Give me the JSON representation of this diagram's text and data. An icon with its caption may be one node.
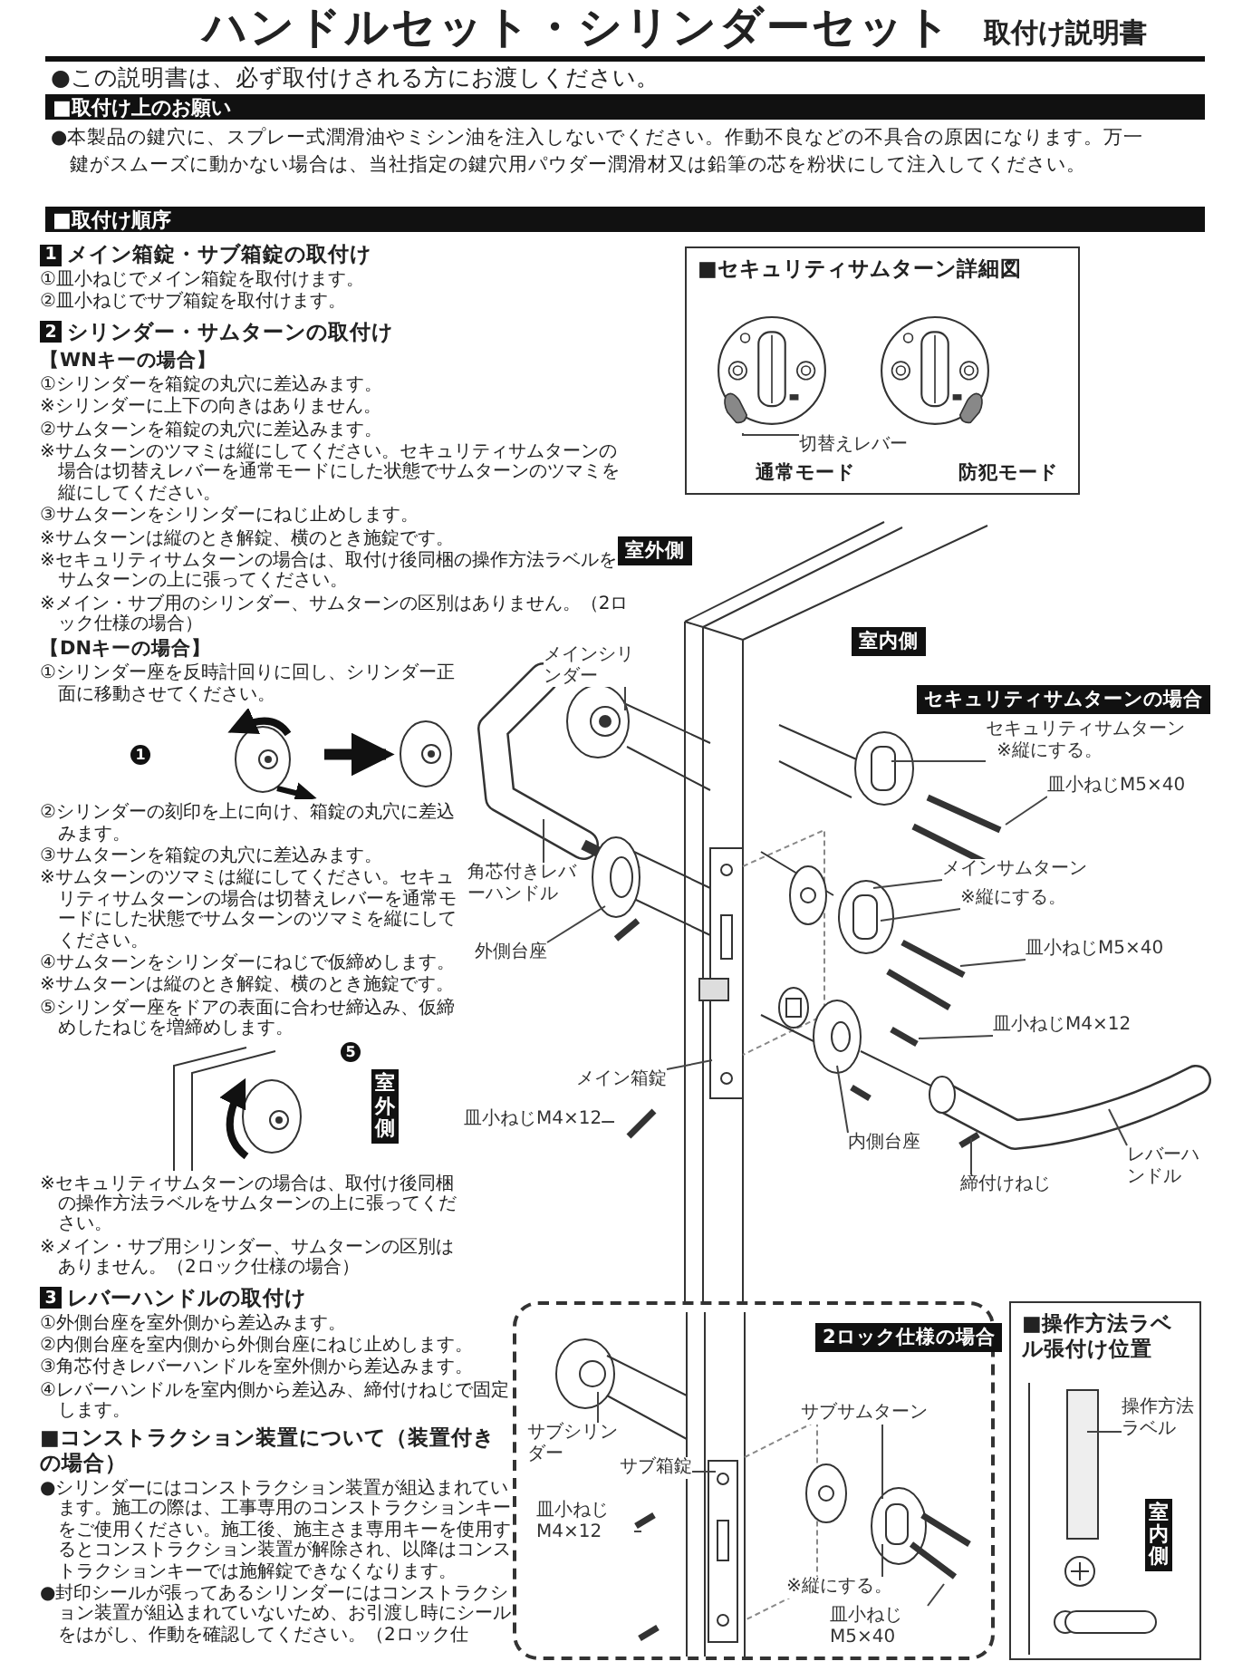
{
  "diagram": {
    "title": "ハンドルセット・シリンダーセット",
    "nodes": [
      {
        "text": [
          "■取付け上のお願い"
        ]
      },
      {
        "text": [
          "■取付け順序"
        ]
      },
      {
        "text": [
          "■セキュリティサムターン詳細図"
        ]
      },
      {
        "text": [
          "切替えレバー"
        ],
        "in": 2
      },
      {
        "text": [
          "室外側"
        ]
      },
      {
        "text": [
          "室内側"
        ]
      },
      {
        "text": [
          "セキュリティサムターンの場合"
        ]
      },
      {
        "text": [
          "メインシリンダー"
        ]
      },
      {
        "text": [
          "角芯付きレバーハンドル"
        ]
      },
      {
        "text": [
          "外側台座"
        ]
      },
      {
        "text": [
          "メイン箱錠"
        ]
      },
      {
        "text": [
          "皿小ねじM4×12"
        ]
      },
      {
        "text": [
          "セキュリティサムターン",
          "※縦にする。"
        ]
      },
      {
        "text": [
          "皿小ねじM5×40"
        ]
      },
      {
        "text": [
          "メインサムターン"
        ]
      },
      {
        "text": [
          "※縦にする。"
        ]
      },
      {
        "text": [
          "皿小ねじM5×40"
        ]
      },
      {
        "text": [
          "皿小ねじM4×12"
        ]
      },
      {
        "text": [
          "内側台座"
        ]
      },
      {
        "text": [
          "締付けねじ"
        ]
      },
      {
        "text": [
          "レバーハンドル"
        ]
      },
      {
        "text": [],
        "shape": "box"
      },
      {
        "text": [
          "2ロック仕様の場合"
        ],
        "in": 21
      },
      {
        "text": [
          "サブシリンダー"
        ],
        "in": 21
      },
      {
        "text": [
          "サブ箱錠"
        ],
        "in": 21
      },
      {
        "text": [
          "皿小ねじM4×12"
        ],
        "in": 21
      },
      {
        "text": [
          "サブサムターン"
        ],
        "in": 21
      },
      {
        "text": [
          "※縦にする。"
        ],
        "in": 21
      },
      {
        "text": [
          "皿小ねじM5×40"
        ],
        "in": 21
      },
      {
        "text": [
          "■操作方法ラベル張付け位置"
        ]
      },
      {
        "text": [
          "操作方法ラベル"
        ],
        "in": 29
      },
      {
        "text": [
          "室内側"
        ],
        "in": 29
      },
      {
        "text": [],
        "shape": "picture"
      },
      {
        "text": [],
        "shape": "picture"
      },
      {
        "text": [
          "室外側"
        ]
      }
    ],
    "edges": [
      {
        "from": 3,
        "to": null,
        "arrow": "none"
      },
      {
        "from": 7,
        "to": null,
        "arrow": "none"
      },
      {
        "from": 8,
        "to": null,
        "arrow": "none"
      },
      {
        "from": 9,
        "to": null,
        "arrow": "none"
      },
      {
        "from": 10,
        "to": null,
        "arrow": "none"
      },
      {
        "from": 11,
        "to": null,
        "arrow": "none"
      },
      {
        "from": 12,
        "to": null,
        "arrow": "none"
      },
      {
        "from": 13,
        "to": null,
        "arrow": "none"
      },
      {
        "from": 14,
        "to": null,
        "arrow": "none"
      },
      {
        "from": 15,
        "to": null,
        "arrow": "none"
      },
      {
        "from": 16,
        "to": null,
        "arrow": "none"
      },
      {
        "from": 17,
        "to": null,
        "arrow": "none"
      },
      {
        "from": 18,
        "to": null,
        "arrow": "none"
      },
      {
        "from": 19,
        "to": null,
        "arrow": "none"
      },
      {
        "from": 20,
        "to": null,
        "arrow": "none"
      },
      {
        "from": 23,
        "to": null,
        "arrow": "none"
      },
      {
        "from": 24,
        "to": null,
        "arrow": "none"
      },
      {
        "from": 25,
        "to": null,
        "arrow": "none"
      },
      {
        "from": 26,
        "to": null,
        "arrow": "none"
      },
      {
        "from": 27,
        "to": null,
        "arrow": "none"
      },
      {
        "from": 28,
        "to": null,
        "arrow": "none"
      },
      {
        "from": 30,
        "to": null,
        "arrow": "none"
      },
      {
        "from": 32,
        "to": 33,
        "arrow": "to",
        "style": "thick"
      }
    ],
    "labels": [
      "取付け説明書",
      "●この説明書は、必ず取付けされる方にお渡しください。",
      "●本製品の鍵穴に、スプレー式潤滑油やミシン油を注入しないでください。作動不良などの不具合の原因になります。万一鍵がスムーズに動かない場合は、当社指定の鍵穴用パウダー潤滑材又は鉛筆の芯を粉状にして注入してください。",
      "1",
      "メイン箱錠・サブ箱錠の取付け",
      "①皿小ねじでメイン箱錠を取付けます。",
      "②皿小ねじでサブ箱錠を取付けます。",
      "2",
      "シリンダー・サムターンの取付け",
      "【WNキーの場合】",
      "①シリンダーを箱錠の丸穴に差込みます。",
      "※シリンダーに上下の向きはありません。",
      "②サムターンを箱錠の丸穴に差込みます。",
      "※サムターンのツマミは縦にしてください。セキュリティサムターンの場合は切替えレバーを通常モードにした状態でサムターンのツマミを縦にしてください。",
      "③サムターンをシリンダーにねじ止めします。",
      "※サムターンは縦のとき解錠、横のとき施錠です。",
      "※セキュリティサムターンの場合は、取付け後同梱の操作方法ラベルをサムターンの上に張ってください。",
      "※メイン・サブ用のシリンダー、サムターンの区別はありません。（2ロック仕様の場合）",
      "【DNキーの場合】",
      "①シリンダー座を反時計回りに回し、シリンダー正面に移動させてください。",
      "1",
      "②シリンダーの刻印を上に向け、箱錠の丸穴に差込みます。",
      "③サムターンを箱錠の丸穴に差込みます。",
      "※サムターンのツマミは縦にしてください。セキュリティサムターンの場合は切替えレバーを通常モードにした状態でサムターンのツマミを縦にしてください。",
      "④サムターンをシリンダーにねじで仮締めします。",
      "※サムターンは縦のとき解錠、横のとき施錠です。",
      "⑤シリンダー座をドアの表面に合わせ締込み、仮締めしたねじを増締めします。",
      "5",
      "※セキュリティサムターンの場合は、取付け後同梱の操作方法ラベルをサムターンの上に張ってください。",
      "※メイン・サブ用シリンダー、サムターンの区別はありません。（2ロック仕様の場合）",
      "3",
      "レバーハンドルの取付け",
      "①外側台座を室外側から差込みます。",
      "②内側台座を室内側から外側台座にねじ止めします。",
      "③角芯付きレバーハンドルを室外側から差込みます。",
      "④レバーハンドルを室内側から差込み、締付けねじで固定します。",
      "■コンストラクション装置について（装置付きの場合）",
      "●シリンダーにはコンストラクション装置が組込まれています。施工の際は、工事専用のコンストラクションキーをご使用ください。施工後、施主さま専用キーを使用するとコンストラクション装置が解除され、以降はコンストラクションキーでは施解錠できなくなります。",
      "●封印シールが張ってあるシリンダーにはコンストラクション装置が組込まれていないため、お引渡し時にシールをはがし、作動を確認してください。（2ロック仕",
      "通常モード",
      "防犯モード"
    ]
  }
}
